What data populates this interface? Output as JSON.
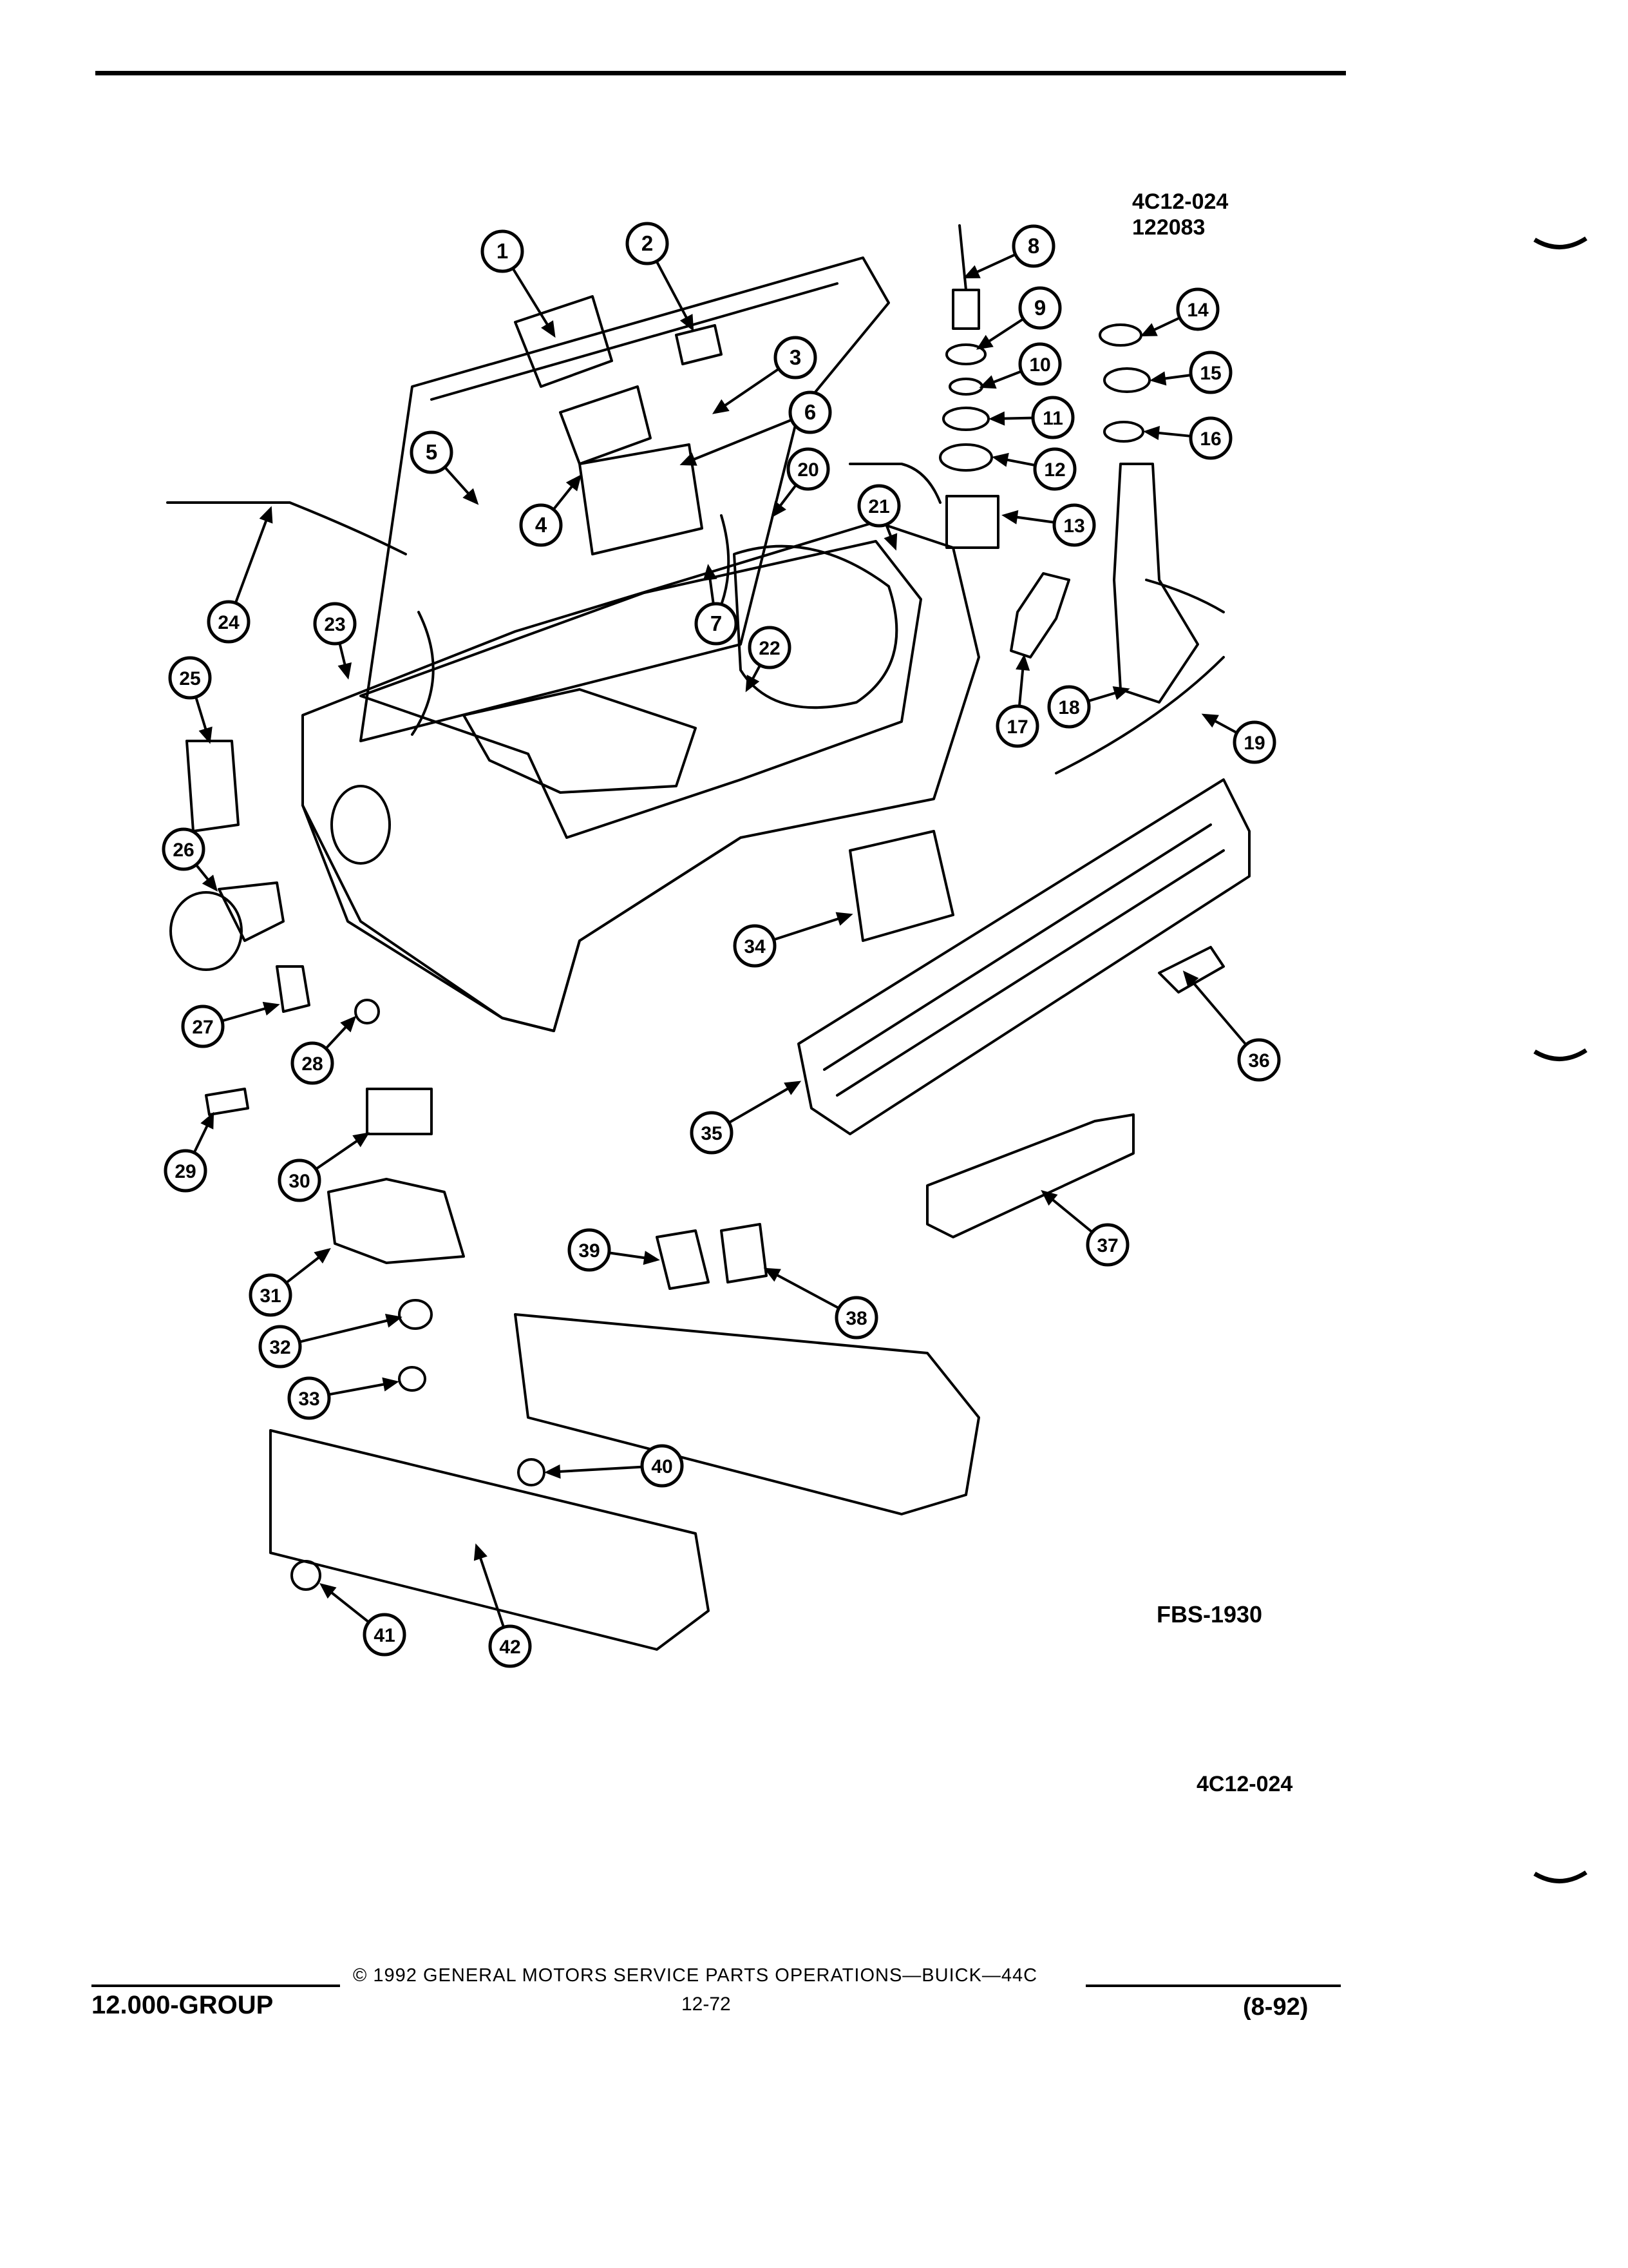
{
  "header": {
    "illustration_code": "4C12-024",
    "illustration_date": "122083"
  },
  "figure": {
    "figure_ref": "FBS-1930",
    "figure_code_bottom": "4C12-024",
    "callouts": [
      "1",
      "2",
      "3",
      "4",
      "5",
      "6",
      "7",
      "8",
      "9",
      "10",
      "11",
      "12",
      "13",
      "14",
      "15",
      "16",
      "17",
      "18",
      "19",
      "20",
      "21",
      "22",
      "23",
      "24",
      "25",
      "26",
      "27",
      "28",
      "29",
      "30",
      "31",
      "32",
      "33",
      "34",
      "35",
      "36",
      "37",
      "38",
      "39",
      "40",
      "41",
      "42"
    ]
  },
  "footer": {
    "copyright": "© 1992  GENERAL MOTORS SERVICE PARTS OPERATIONS—BUICK—44C",
    "group": "12.000-GROUP",
    "page_number": "12-72",
    "revision": "(8-92)"
  }
}
